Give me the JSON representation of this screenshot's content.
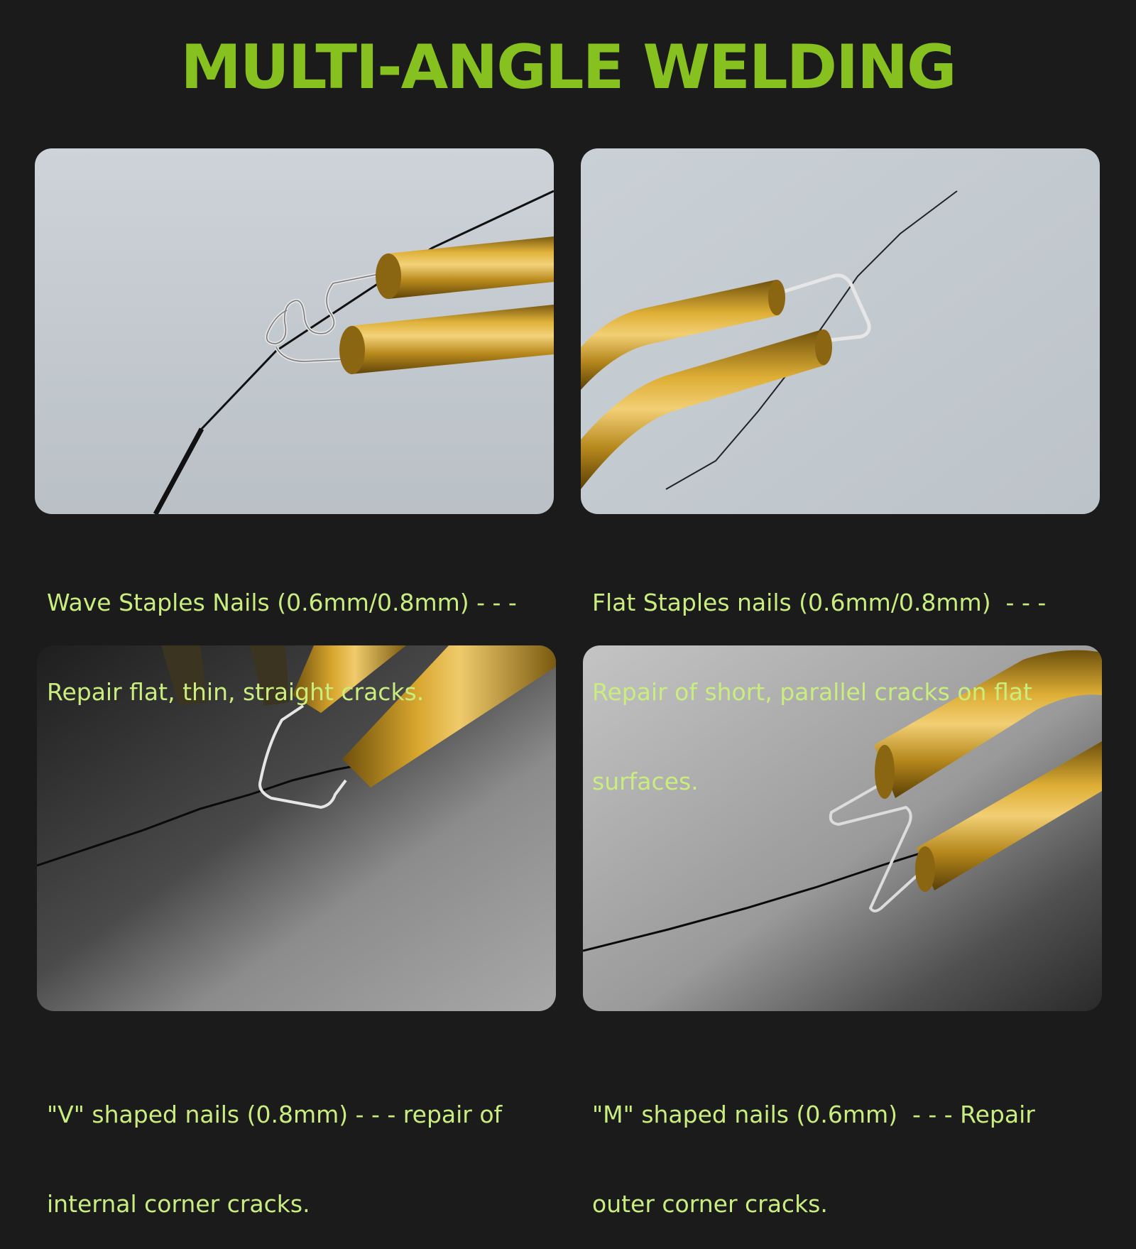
{
  "header": {
    "title": "MULTI-ANGLE WELDING"
  },
  "panels": [
    {
      "caption_lines": [
        "Wave Staples Nails (0.6mm/0.8mm) - - -",
        "Repair flat, thin, straight cracks."
      ]
    },
    {
      "caption_lines": [
        "Flat Staples nails (0.6mm/0.8mm)  - - -",
        "Repair of short, parallel cracks on flat",
        "surfaces."
      ]
    },
    {
      "caption_lines": [
        "\"V\" shaped nails (0.8mm) - - - repair of",
        "internal corner cracks."
      ]
    },
    {
      "caption_lines": [
        "\"M\" shaped nails (0.6mm)  - - - Repair",
        "outer corner cracks."
      ]
    }
  ]
}
